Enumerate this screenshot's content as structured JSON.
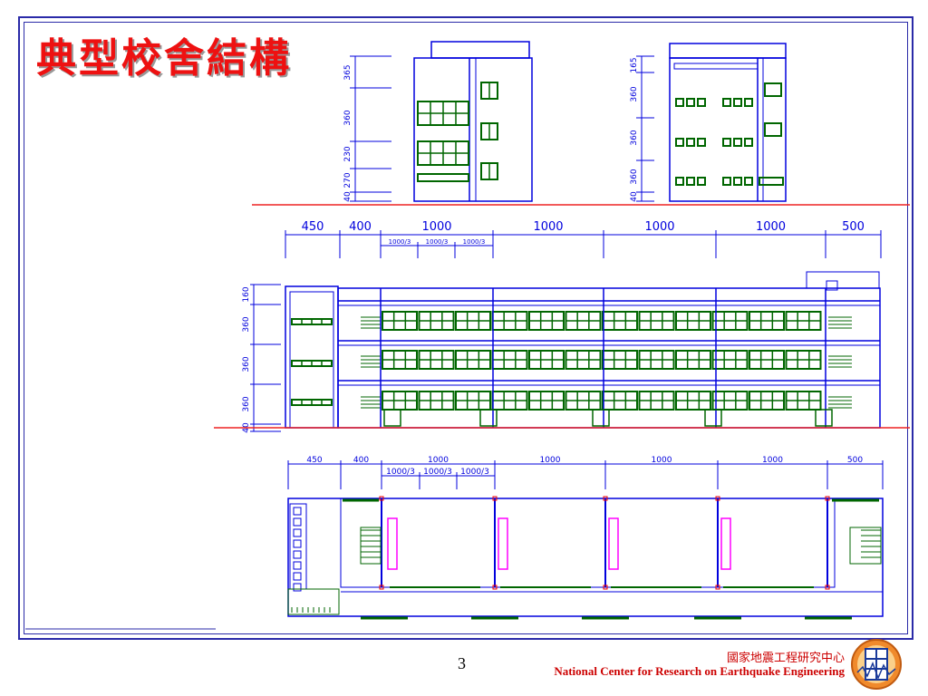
{
  "title": "典型校舍結構",
  "page_number": "3",
  "organization": {
    "name_zh": "國家地震工程研究中心",
    "name_en": "National Center for Research on Earthquake Engineering"
  },
  "colors": {
    "frame": "#2a2aa8",
    "drawing_line": "#0000dd",
    "window": "#006600",
    "ground_line": "#ee2222",
    "column": "#ee0000",
    "board": "#ff00ff",
    "title": "#ee1111",
    "org_text": "#cc0000"
  },
  "side_elevation_left": {
    "dims": [
      "365",
      "360",
      "230",
      "270",
      "40"
    ]
  },
  "side_elevation_right": {
    "dims": [
      "165",
      "360",
      "360",
      "360",
      "40"
    ]
  },
  "front_elevation": {
    "top_dims": [
      "450",
      "400",
      "1000",
      "1000",
      "1000",
      "1000",
      "500"
    ],
    "sub_dims": [
      "1000/3",
      "1000/3",
      "1000/3"
    ],
    "height_dims": [
      "160",
      "360",
      "360",
      "360",
      "40"
    ]
  },
  "floor_plan": {
    "top_dims": [
      "450",
      "400",
      "1000",
      "1000",
      "1000",
      "1000",
      "500"
    ],
    "sub_dims": [
      "1000/3",
      "1000/3",
      "1000/3"
    ]
  }
}
